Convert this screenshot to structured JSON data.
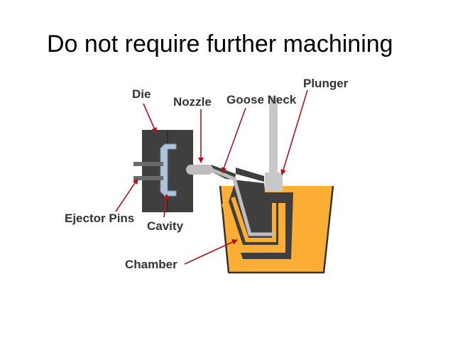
{
  "slide": {
    "title": "Do not require further machining"
  },
  "diagram": {
    "labels": {
      "die": "Die",
      "nozzle": "Nozzle",
      "goose_neck": "Goose Neck",
      "plunger": "Plunger",
      "ejector_pins": "Ejector Pins",
      "cavity": "Cavity",
      "chamber": "Chamber"
    },
    "colors": {
      "molten_metal": "#FBAE33",
      "die_block": "#3F3F3F",
      "cavity": "#AFC3D9",
      "pot_outline": "#333333",
      "plunger": "#C8C8C8",
      "nozzle": "#BEBEBE",
      "arrow": "#B0141B",
      "label_text": "#333333"
    }
  }
}
